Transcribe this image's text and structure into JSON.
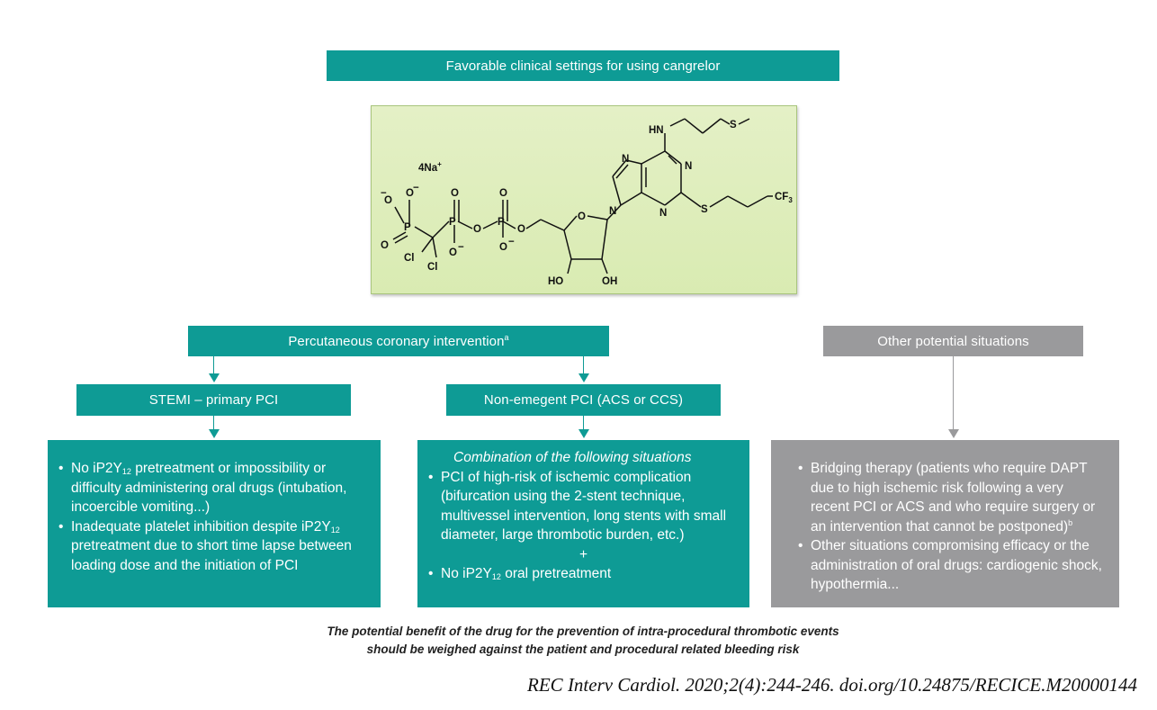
{
  "title": "Favorable clinical settings for using cangrelor",
  "molecule": {
    "counterion": "4Na",
    "counterion_sup": "+",
    "atoms": {
      "hn": "HN",
      "s_top": "S",
      "n": "N",
      "o": "O",
      "cl": "Cl",
      "ho": "HO",
      "oh": "OH",
      "s_side": "S",
      "cf3": "CF",
      "cf3_sub": "3"
    }
  },
  "pci": {
    "label": "Percutaneous coronary intervention",
    "sup": "a"
  },
  "other": {
    "label": "Other potential situations",
    "bullets": {
      "b1": "Bridging therapy (patients who require DAPT due to high ischemic risk following a very recent PCI or ACS and who require surgery or an intervention that cannot be postponed)",
      "b1_sup": "b",
      "b2": "Other situations compromising efficacy or the administration of oral drugs: cardiogenic shock, hypothermia..."
    }
  },
  "stemi": {
    "label": "STEMI – primary PCI",
    "b1_pre": "No iP2Y",
    "b1_sub": "12",
    "b1_post": " pretreatment or impossibility or difficulty administering oral drugs (intubation, incoercible vomiting...)",
    "b2_pre": "Inadequate platelet inhibition despite iP2Y",
    "b2_sub": "12",
    "b2_post": " pretreatment due to short time lapse between loading dose and the initiation of PCI"
  },
  "nonemergent": {
    "label": "Non-emegent PCI (ACS or CCS)",
    "intro": "Combination of the following situations",
    "b1": "PCI of high-risk of ischemic complication (bifurcation using the 2-stent technique, multivessel intervention, long stents with small diameter, large thrombotic burden, etc.)",
    "plus": "+",
    "b2_pre": "No iP2Y",
    "b2_sub": "12",
    "b2_post": " oral pretreatment"
  },
  "footer": {
    "line1": "The potential benefit of the drug for the prevention of intra-procedural thrombotic events",
    "line2": "should be weighed against the patient and procedural related bleeding risk"
  },
  "citation": "REC Interv Cardiol. 2020;2(4):244-246. doi.org/10.24875/RECICE.M20000144",
  "colors": {
    "teal": "#0e9b95",
    "grey": "#9a9a9c",
    "structure_bg": "#dbebb6"
  }
}
